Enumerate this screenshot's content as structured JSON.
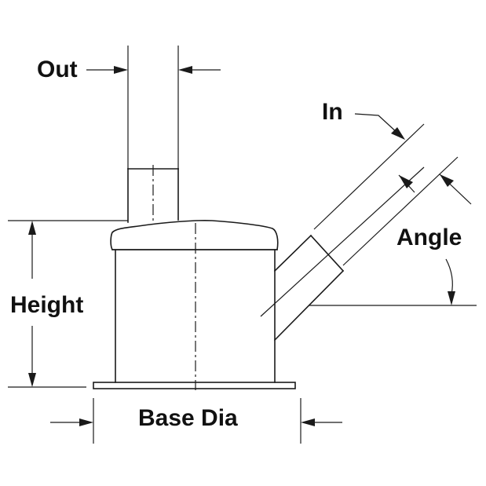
{
  "labels": {
    "out": "Out",
    "in": "In",
    "angle": "Angle",
    "height": "Height",
    "base_dia": "Base Dia"
  },
  "colors": {
    "ink": "#1a1a1a",
    "background": "#ffffff"
  }
}
